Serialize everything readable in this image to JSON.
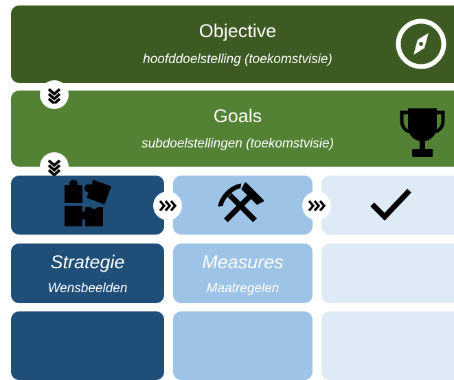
{
  "objective": {
    "title": "Objective",
    "subtitle": "hoofddoelstelling (toekomstvisie)",
    "icon": "compass-icon"
  },
  "goals": {
    "title": "Goals",
    "subtitle": "subdoelstellingen (toekomstvisie)",
    "icon": "trophy-icon"
  },
  "columns": [
    {
      "icon": "puzzle-icon",
      "title": "Strategie",
      "subtitle": "Wensbeelden"
    },
    {
      "icon": "hammer-pickaxe-icon",
      "title": "Measures",
      "subtitle": "Maatregelen"
    },
    {
      "icon": "checkmark-icon",
      "title": "",
      "subtitle": ""
    }
  ],
  "colors": {
    "objective": "#3c5a22",
    "goals": "#548235",
    "column1": "#1f4e79",
    "column2": "#9dc3e6",
    "column3": "#deebf7"
  },
  "connectors": [
    "double-chevron-down-icon",
    "double-chevron-down-icon",
    "triple-chevron-right-icon",
    "triple-chevron-right-icon"
  ]
}
